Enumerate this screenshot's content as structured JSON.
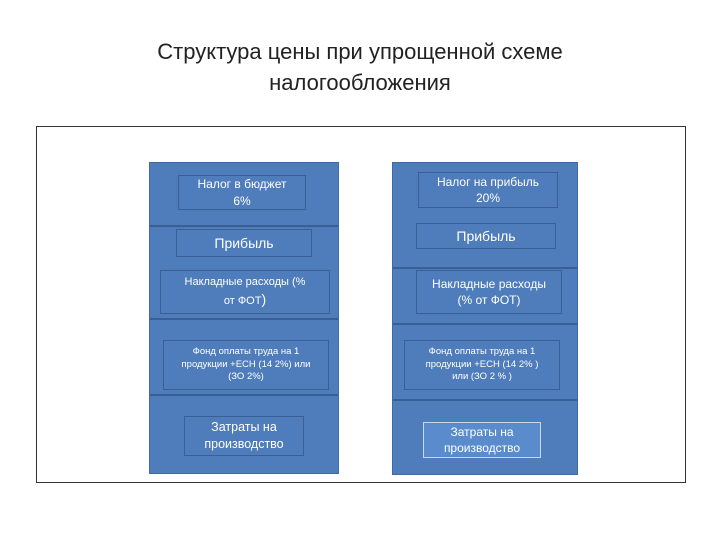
{
  "title_line1": "Структура цены при упрощенной схеме",
  "title_line2": "налогообложения",
  "left": {
    "tax": "Налог  в бюджет\n6%",
    "profit": "Прибыль",
    "overhead_main": "Накладные расходы (%\nот ФОТ",
    "overhead_paren": ")",
    "wage": "Фонд оплаты труда на 1\nпродукции +ЕСН (14 2%) или\n(ЗО 2%)",
    "costs": "Затраты на\nпроизводство"
  },
  "right": {
    "tax": "Налог на прибыль\n20%",
    "profit": "Прибыль",
    "overhead": "Накладные расходы\n(% от ФОТ)",
    "wage": "Фонд оплаты труда на 1\nпродукции +ЕСН (14 2% )\nили (ЗО 2 % )",
    "costs": "Затраты на\nпроизводство"
  }
}
